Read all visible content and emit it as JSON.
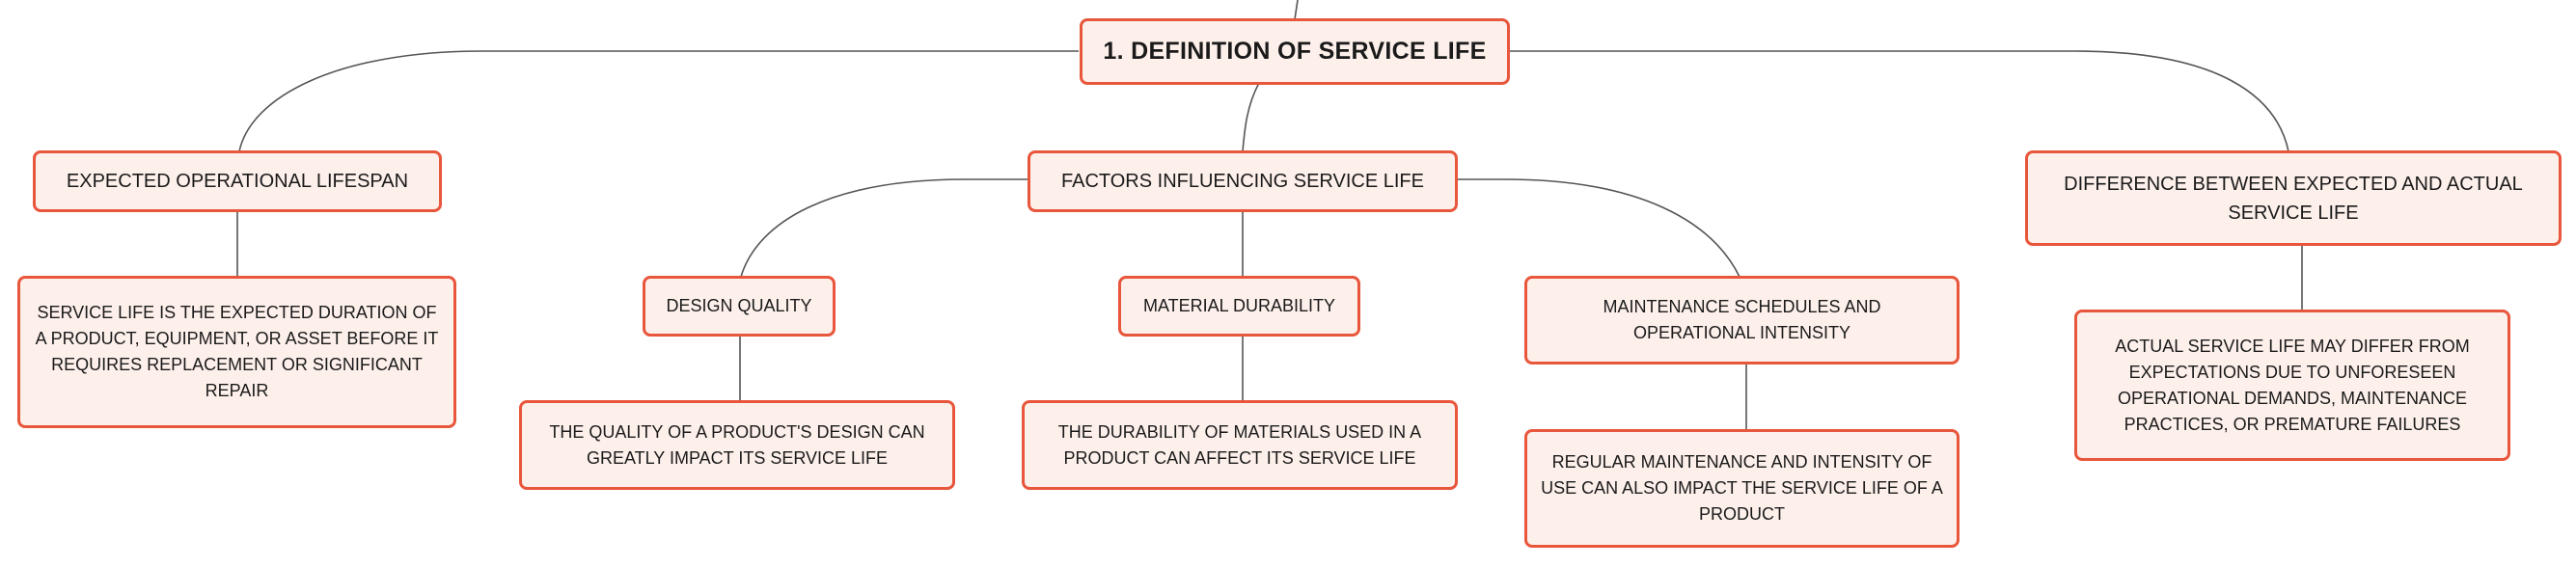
{
  "root": {
    "label": "1. DEFINITION OF SERVICE LIFE"
  },
  "topics": {
    "expected_lifespan": {
      "label": "EXPECTED OPERATIONAL LIFESPAN",
      "description": "SERVICE LIFE IS THE EXPECTED DURATION OF A PRODUCT, EQUIPMENT, OR ASSET BEFORE IT REQUIRES REPLACEMENT OR SIGNIFICANT REPAIR"
    },
    "factors": {
      "label": "FACTORS INFLUENCING SERVICE LIFE",
      "children": {
        "design_quality": {
          "label": "DESIGN QUALITY",
          "description": "THE QUALITY OF A PRODUCT'S DESIGN CAN GREATLY IMPACT ITS SERVICE LIFE"
        },
        "material_durability": {
          "label": "MATERIAL DURABILITY",
          "description": "THE DURABILITY OF MATERIALS USED IN A PRODUCT CAN AFFECT ITS SERVICE LIFE"
        },
        "maintenance": {
          "label": "MAINTENANCE SCHEDULES AND OPERATIONAL INTENSITY",
          "description": "REGULAR MAINTENANCE AND INTENSITY OF USE CAN ALSO IMPACT THE SERVICE LIFE OF A PRODUCT"
        }
      }
    },
    "difference": {
      "label": "DIFFERENCE BETWEEN EXPECTED AND ACTUAL SERVICE LIFE",
      "description": "ACTUAL SERVICE LIFE MAY DIFFER FROM EXPECTATIONS DUE TO UNFORESEEN OPERATIONAL DEMANDS, MAINTENANCE PRACTICES, OR PREMATURE FAILURES"
    }
  },
  "colors": {
    "node_fill": "#fdf0eb",
    "node_border": "#e8563c",
    "connector": "#555555",
    "text": "#1a1a1a"
  }
}
